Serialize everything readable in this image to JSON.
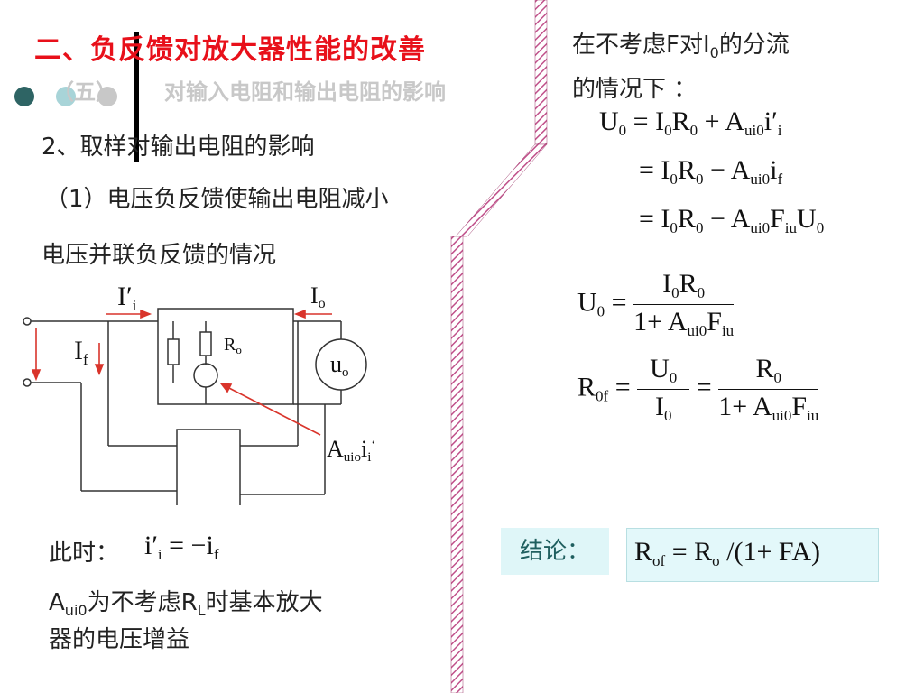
{
  "title": "二、负反馈对放大器性能的改善",
  "subtitle": {
    "prefix": "（五）",
    "text": "对输入电阻和输出电阻的影响"
  },
  "section_heading": "2、取样对输出电阻的影响",
  "subheading": "（1）电压负反馈使输出电阻减小",
  "case_label": "电压并联负反馈的情况",
  "right_intro": {
    "line1_a": "在不考虑F对I",
    "line1_sub": "0",
    "line1_b": "的分流",
    "line2": "的情况下 ："
  },
  "equations": {
    "eq1": "U₀ = I₀R₀ + A_ui0 i′ᵢ",
    "eq2": "= I₀R₀ − A_ui0 i_f",
    "eq3": "= I₀R₀ − A_ui0 F_iu U₀",
    "u0_lhs": "U",
    "u0_num": "I₀R₀",
    "u0_den": "1+ A_ui0 F_iu",
    "r0f_lhs": "R",
    "r0f_mid_num": "U₀",
    "r0f_mid_den": "I₀",
    "r0f_num": "R₀",
    "r0f_den": "1+ A_ui0 F_iu"
  },
  "circuit": {
    "label_ii": "I′ᵢ",
    "label_io": "Iₒ",
    "label_if": "I_f",
    "label_ro": "Rₒ",
    "label_uo": "uₒ",
    "label_source": "A_uio i_i′"
  },
  "note_prefix": "此时：",
  "note_eq": "i′ᵢ = −i_f",
  "definition": {
    "a": "A",
    "a_sub": "ui0",
    "b": "为不考虑R",
    "b_sub": "L",
    "c": "时基本放大",
    "line2": "器的电压增益"
  },
  "conclusion_label": "结论：",
  "conclusion_eq": "R_of = R_o /(1+ FA)",
  "colors": {
    "title": "#e8101a",
    "subtitle": "#c8c8c8",
    "teal_text": "#1f5f5f",
    "conclusion_bg": "#e3f8fa",
    "current_arrow": "#d9342b",
    "stripe": "#c0508a",
    "dot_dark": "#2e6464",
    "dot_light": "#a8d4d8"
  }
}
